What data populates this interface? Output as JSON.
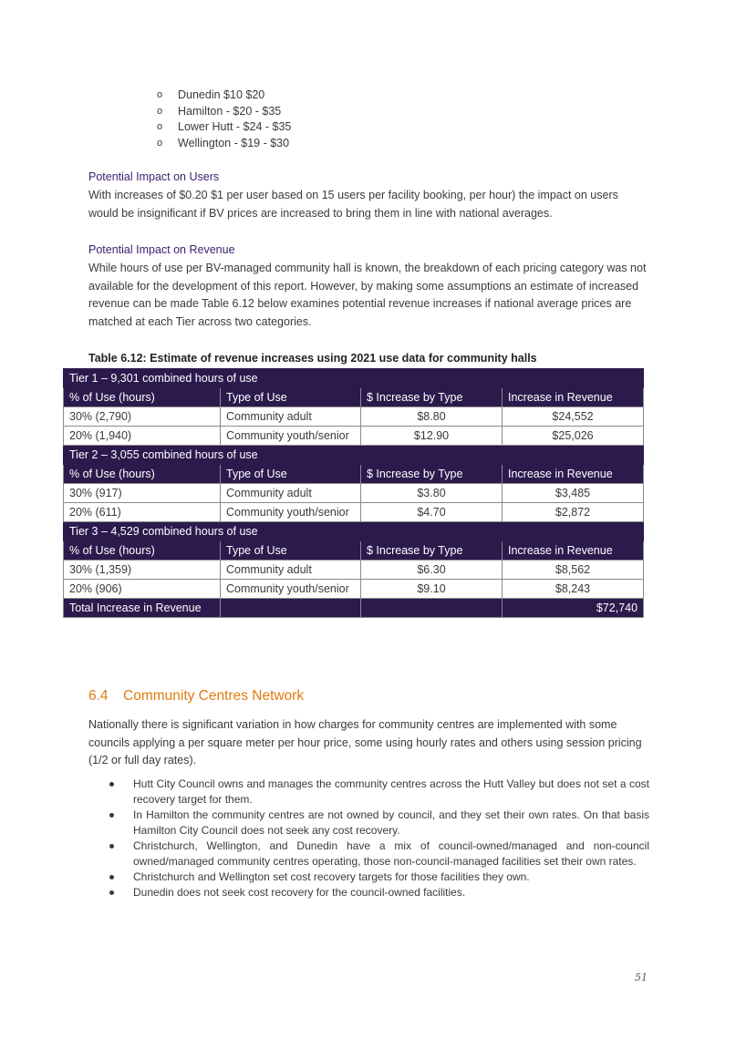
{
  "prices_list": [
    {
      "marker": "o",
      "text": "Dunedin   $10   $20"
    },
    {
      "marker": "o",
      "text": "Hamilton - $20 - $35"
    },
    {
      "marker": "o",
      "text": "Lower Hutt - $24 - $35"
    },
    {
      "marker": "o",
      "text": "Wellington - $19 - $30"
    }
  ],
  "impact_users": {
    "heading": "Potential Impact on Users",
    "text": "With increases of $0.20  $1 per user based on 15 users per facility booking, per hour) the impact on users would be insignificant if BV prices are increased to bring them in line with national averages."
  },
  "impact_revenue": {
    "heading": "Potential Impact on Revenue",
    "text": "While hours of use per BV-managed community hall is known, the breakdown of each pricing category was not available for the development of this report. However, by making some assumptions an estimate of increased revenue can be made Table 6.12 below examines potential revenue increases if national average prices are matched at each Tier across two categories."
  },
  "table": {
    "caption": "Table 6.12: Estimate of revenue increases using 2021 use data for community halls",
    "headers": [
      "% of Use (hours)",
      "Type of Use",
      "$ Increase by Type",
      "Increase in Revenue"
    ],
    "tiers": [
      {
        "title": "Tier 1 – 9,301 combined hours of use",
        "rows": [
          {
            "use": "30% (2,790)",
            "type": "Community adult",
            "increase": "$8.80",
            "revenue": "$24,552"
          },
          {
            "use": "20% (1,940)",
            "type": "Community youth/senior",
            "increase": "$12.90",
            "revenue": "$25,026"
          }
        ]
      },
      {
        "title": "Tier 2 – 3,055 combined hours of use",
        "rows": [
          {
            "use": "30% (917)",
            "type": "Community adult",
            "increase": "$3.80",
            "revenue": "$3,485"
          },
          {
            "use": "20% (611)",
            "type": "Community youth/senior",
            "increase": "$4.70",
            "revenue": "$2,872"
          }
        ]
      },
      {
        "title": "Tier 3 – 4,529 combined hours of use",
        "rows": [
          {
            "use": "30% (1,359)",
            "type": "Community adult",
            "increase": "$6.30",
            "revenue": "$8,562"
          },
          {
            "use": "20% (906)",
            "type": "Community youth/senior",
            "increase": "$9.10",
            "revenue": "$8,243"
          }
        ]
      }
    ],
    "total_label": "Total Increase in Revenue",
    "total_value": "$72,740"
  },
  "section": {
    "number": "6.4",
    "title": "Community Centres Network",
    "intro": "Nationally there is significant variation in how charges for community centres are implemented with some councils applying a per square meter per hour price, some using hourly rates and others using session pricing (1/2 or full day rates).",
    "bullets": [
      "Hutt City Council owns and manages the community centres across the Hutt Valley but does not set a cost recovery target for them.",
      "In Hamilton the community centres are not owned by council, and they set their own rates. On that basis Hamilton City Council does not seek any cost recovery.",
      "Christchurch, Wellington, and Dunedin have a mix of council-owned/managed and non-council owned/managed community centres operating, those non-council-managed facilities set their own rates.",
      "Christchurch and Wellington set cost recovery targets for those facilities they own.",
      "Dunedin does not seek cost recovery for the council-owned facilities."
    ]
  },
  "page_number": "51"
}
